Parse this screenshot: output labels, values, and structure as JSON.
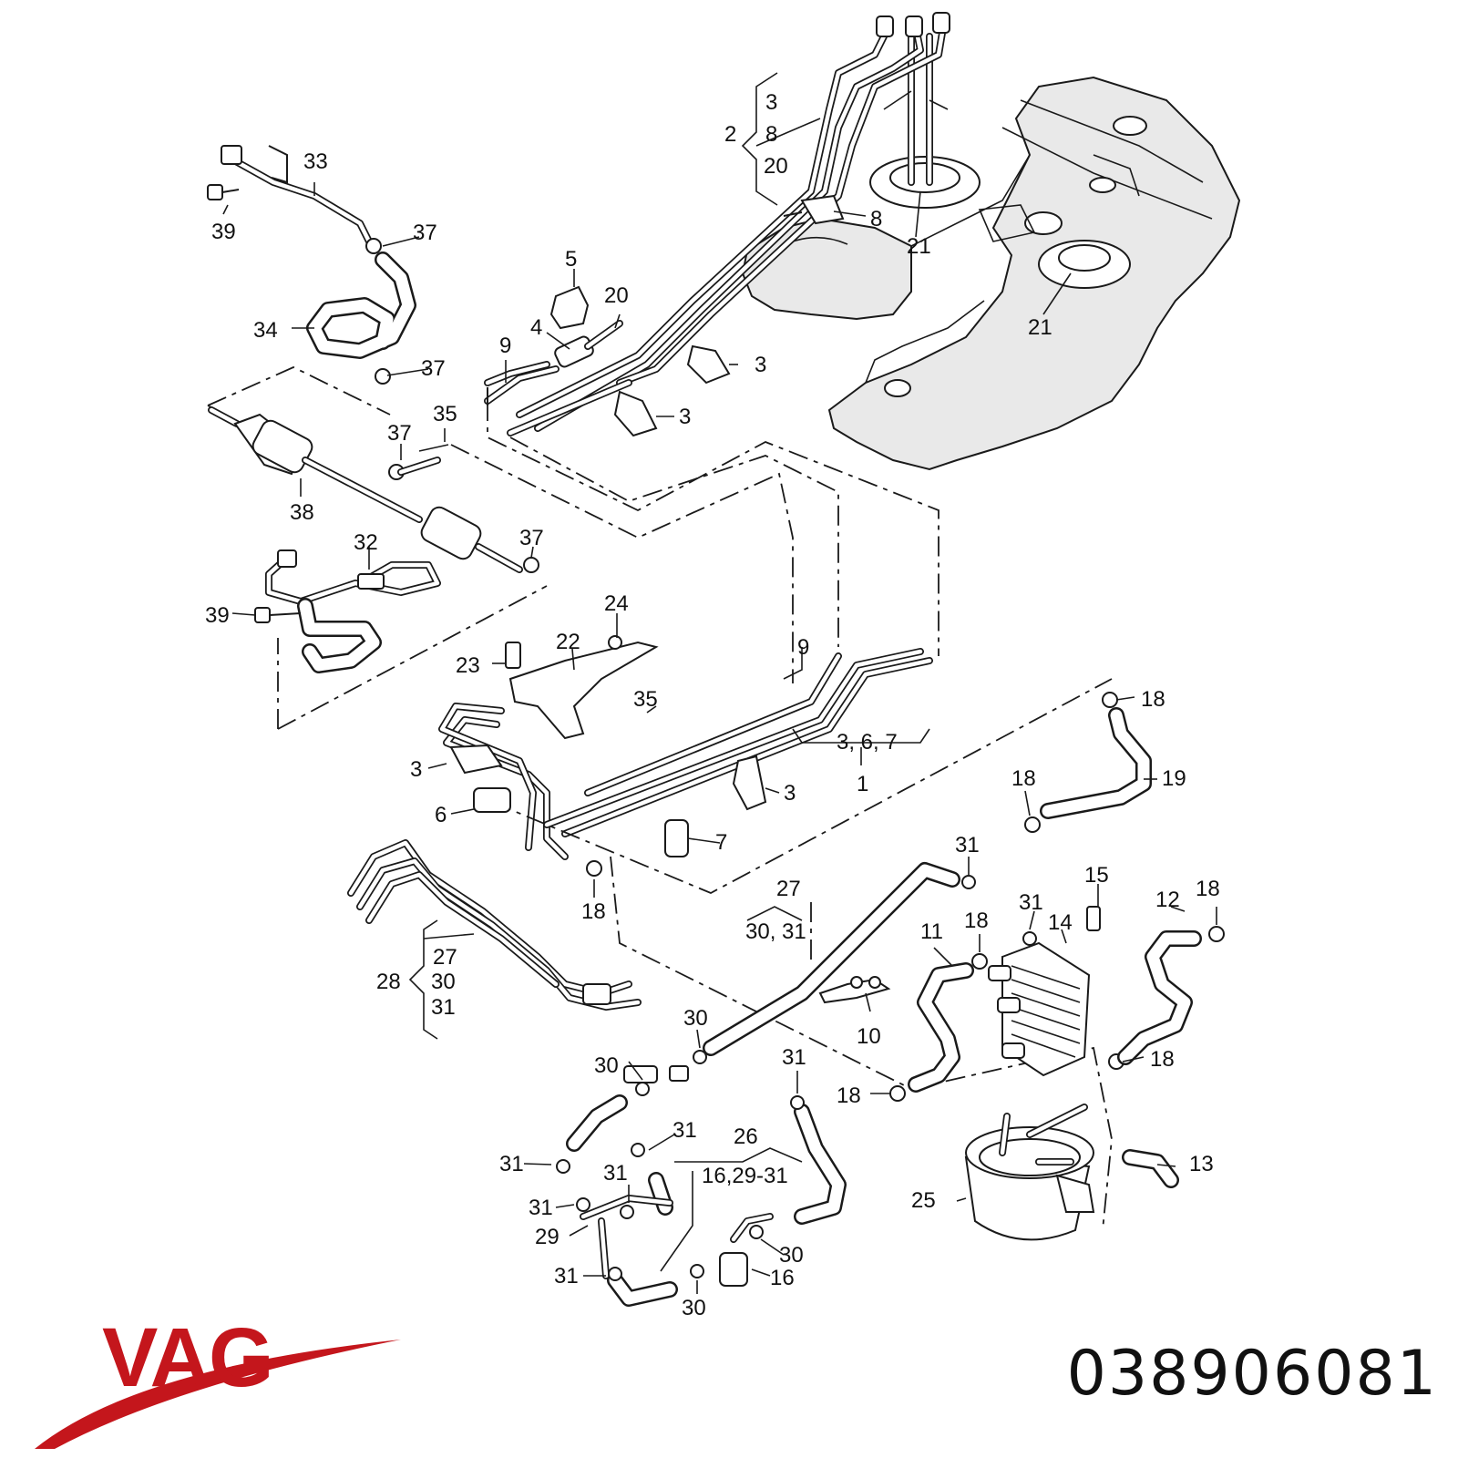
{
  "brand": {
    "name": "VAG",
    "color": "#c4161c"
  },
  "part_number": "038906081",
  "callouts": [
    {
      "id": "c-3-top",
      "text": "3"
    },
    {
      "id": "c-8-top",
      "text": "8"
    },
    {
      "id": "c-20-top",
      "text": "20"
    },
    {
      "id": "c-2",
      "text": "2"
    },
    {
      "id": "c-33",
      "text": "33"
    },
    {
      "id": "c-39-a",
      "text": "39"
    },
    {
      "id": "c-37-a",
      "text": "37"
    },
    {
      "id": "c-34",
      "text": "34"
    },
    {
      "id": "c-37-b",
      "text": "37"
    },
    {
      "id": "c-5",
      "text": "5"
    },
    {
      "id": "c-4",
      "text": "4"
    },
    {
      "id": "c-20",
      "text": "20"
    },
    {
      "id": "c-9-a",
      "text": "9"
    },
    {
      "id": "c-8",
      "text": "8"
    },
    {
      "id": "c-21-a",
      "text": "21"
    },
    {
      "id": "c-21-b",
      "text": "21"
    },
    {
      "id": "c-3-a",
      "text": "3"
    },
    {
      "id": "c-3-b",
      "text": "3"
    },
    {
      "id": "c-37-c",
      "text": "37"
    },
    {
      "id": "c-35-a",
      "text": "35"
    },
    {
      "id": "c-38",
      "text": "38"
    },
    {
      "id": "c-32",
      "text": "32"
    },
    {
      "id": "c-37-d",
      "text": "37"
    },
    {
      "id": "c-39-b",
      "text": "39"
    },
    {
      "id": "c-24",
      "text": "24"
    },
    {
      "id": "c-22",
      "text": "22"
    },
    {
      "id": "c-23",
      "text": "23"
    },
    {
      "id": "c-9-b",
      "text": "9"
    },
    {
      "id": "c-35-b",
      "text": "35"
    },
    {
      "id": "c-367",
      "text": "3, 6, 7"
    },
    {
      "id": "c-1",
      "text": "1"
    },
    {
      "id": "c-18-a",
      "text": "18"
    },
    {
      "id": "c-19",
      "text": "19"
    },
    {
      "id": "c-18-b",
      "text": "18"
    },
    {
      "id": "c-3-c",
      "text": "3"
    },
    {
      "id": "c-6",
      "text": "6"
    },
    {
      "id": "c-3-d",
      "text": "3"
    },
    {
      "id": "c-7",
      "text": "7"
    },
    {
      "id": "c-18-c",
      "text": "18"
    },
    {
      "id": "c-27-a",
      "text": "27"
    },
    {
      "id": "c-3031-a",
      "text": "30, 31"
    },
    {
      "id": "c-31-a",
      "text": "31"
    },
    {
      "id": "c-15",
      "text": "15"
    },
    {
      "id": "c-12",
      "text": "12"
    },
    {
      "id": "c-18-d",
      "text": "18"
    },
    {
      "id": "c-11",
      "text": "11"
    },
    {
      "id": "c-18-e",
      "text": "18"
    },
    {
      "id": "c-31-b",
      "text": "31"
    },
    {
      "id": "c-14",
      "text": "14"
    },
    {
      "id": "c-27-b",
      "text": "27"
    },
    {
      "id": "c-28",
      "text": "28"
    },
    {
      "id": "c-30-a",
      "text": "30"
    },
    {
      "id": "c-31-c",
      "text": "31"
    },
    {
      "id": "c-10",
      "text": "10"
    },
    {
      "id": "c-30-b",
      "text": "30"
    },
    {
      "id": "c-30-c",
      "text": "30"
    },
    {
      "id": "c-31-d",
      "text": "31"
    },
    {
      "id": "c-18-f",
      "text": "18"
    },
    {
      "id": "c-18-g",
      "text": "18"
    },
    {
      "id": "c-31-e",
      "text": "31"
    },
    {
      "id": "c-26",
      "text": "26"
    },
    {
      "id": "c-31-f",
      "text": "31"
    },
    {
      "id": "c-31-g",
      "text": "31"
    },
    {
      "id": "c-162931",
      "text": "16,29-31"
    },
    {
      "id": "c-31-h",
      "text": "31"
    },
    {
      "id": "c-25",
      "text": "25"
    },
    {
      "id": "c-13",
      "text": "13"
    },
    {
      "id": "c-29",
      "text": "29"
    },
    {
      "id": "c-30-d",
      "text": "30"
    },
    {
      "id": "c-31-i",
      "text": "31"
    },
    {
      "id": "c-16",
      "text": "16"
    },
    {
      "id": "c-30-e",
      "text": "30"
    }
  ]
}
